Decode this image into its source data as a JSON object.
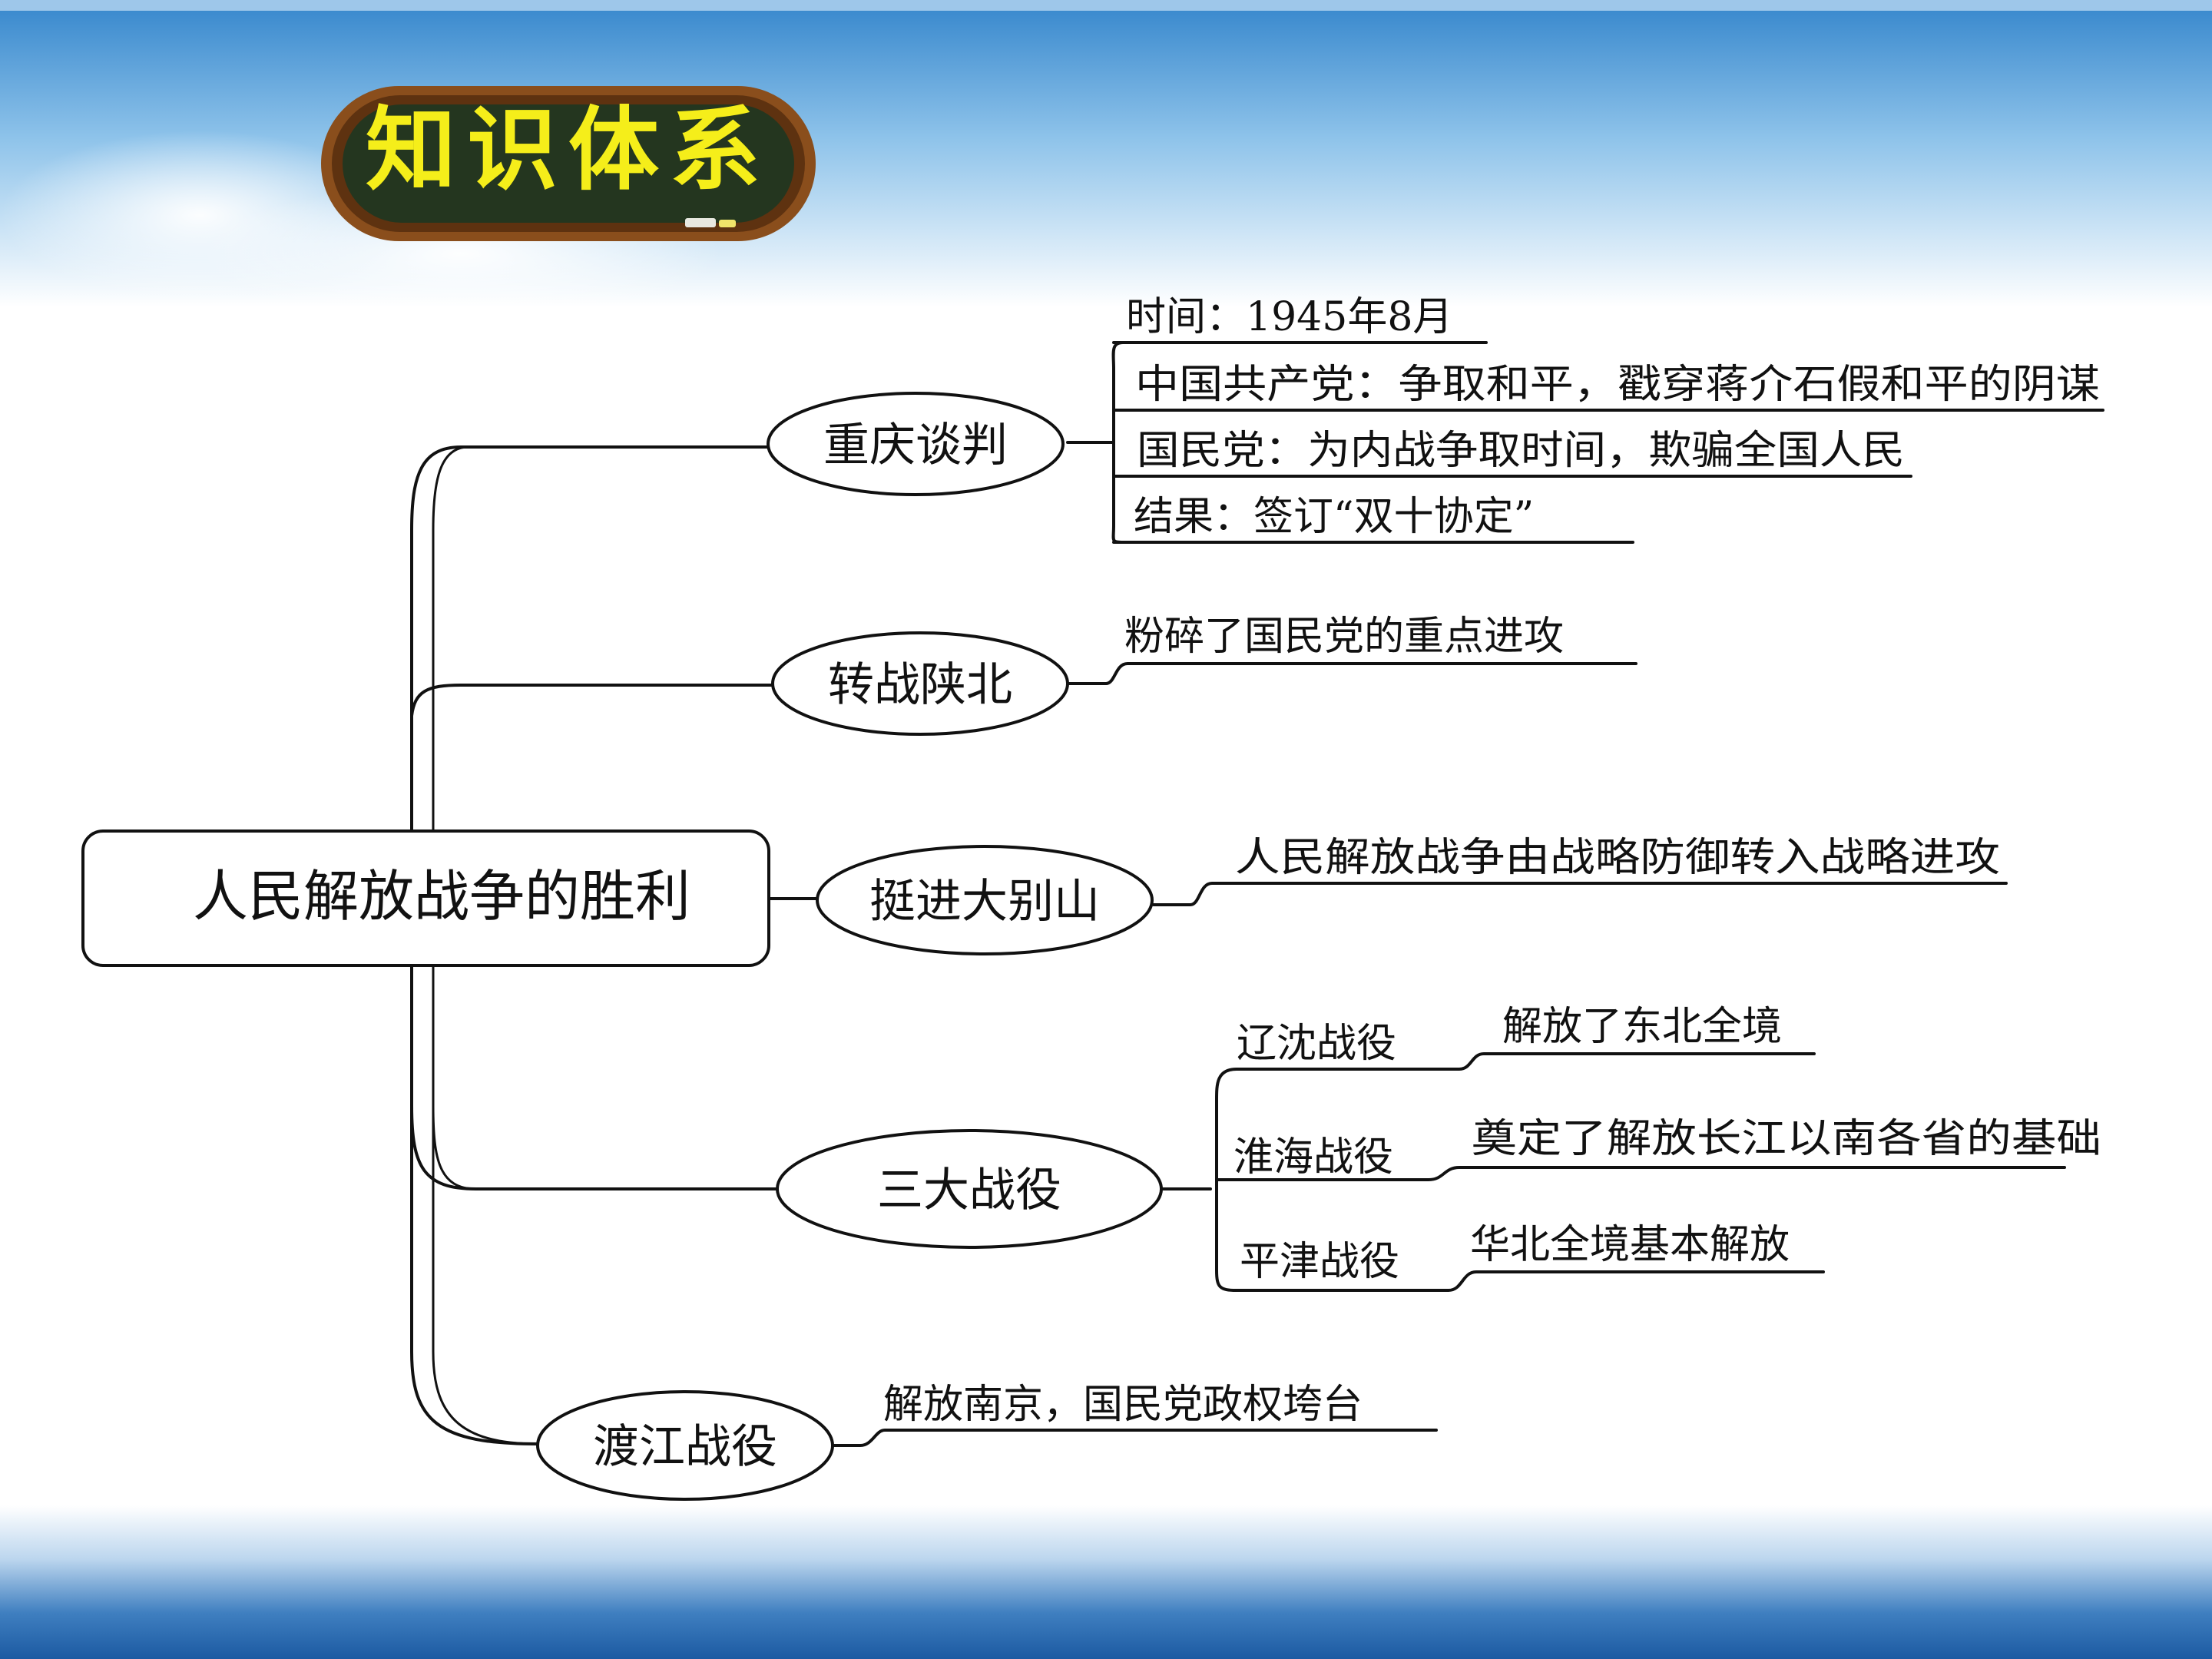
{
  "header": {
    "badge_title": "知识体系"
  },
  "diagram": {
    "root": "人民解放战争的胜利",
    "branches": [
      {
        "label": "重庆谈判",
        "details": [
          "时间：1945年8月",
          "中国共产党：争取和平，戳穿蒋介石假和平的阴谋",
          "国民党：为内战争取时间，欺骗全国人民",
          "结果：签订“双十协定”"
        ]
      },
      {
        "label": "转战陕北",
        "details": [
          "粉碎了国民党的重点进攻"
        ]
      },
      {
        "label": "挺进大别山",
        "details": [
          "人民解放战争由战略防御转入战略进攻"
        ]
      },
      {
        "label": "三大战役",
        "sub": [
          {
            "label": "辽沈战役",
            "detail": "解放了东北全境"
          },
          {
            "label": "淮海战役",
            "detail": "奠定了解放长江以南各省的基础"
          },
          {
            "label": "平津战役",
            "detail": "华北全境基本解放"
          }
        ]
      },
      {
        "label": "渡江战役",
        "details": [
          "解放南京，国民党政权垮台"
        ]
      }
    ]
  },
  "colors": {
    "sky_top": "#3a8fd0",
    "badge_board": "#24361f",
    "badge_frame": "#8a4e1c",
    "badge_text": "#f5ee1a",
    "line": "#111111",
    "bottom_band": "#1f5fa8"
  }
}
